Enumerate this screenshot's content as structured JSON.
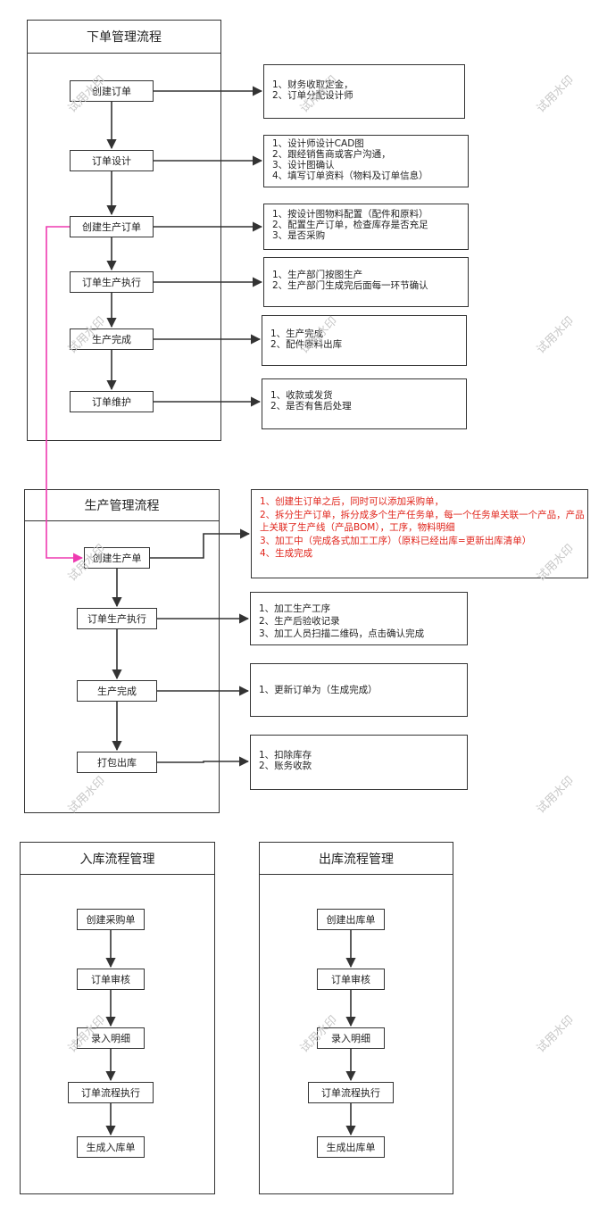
{
  "order_flow": {
    "title": "下单管理流程",
    "steps": [
      "创建订单",
      "订单设计",
      "创建生产订单",
      "订单生产执行",
      "生产完成",
      "订单维护"
    ],
    "notes": [
      [
        "1、财务收取定金，",
        "2、订单分配设计师"
      ],
      [
        "1、设计师设计CAD图",
        "2、跟经销售商或客户沟通，",
        "3、设计图确认",
        "4、填写订单资料（物料及订单信息）"
      ],
      [
        "1、按设计图物料配置（配件和原料）",
        "2、配置生产订单，检查库存是否充足",
        "3、是否采购"
      ],
      [
        "1、生产部门按图生产",
        "2、生产部门生成完后面每一环节确认"
      ],
      [
        "1、生产完成",
        "2、配件原料出库"
      ],
      [
        "1、收款或发货",
        "2、是否有售后处理"
      ]
    ]
  },
  "production_flow": {
    "title": "生产管理流程",
    "steps": [
      "创建生产单",
      "订单生产执行",
      "生产完成",
      "打包出库"
    ],
    "notes": [
      [
        "1、创建生订单之后，同时可以添加采购单，",
        "2、拆分生产订单，拆分成多个生产任务单，每一个任务单关联一个产品，产品上关联了生产线（产品BOM），工序，物料明细",
        "3、加工中（完成各式加工工序）（原料已经出库=更新出库清单）",
        "4、生成完成"
      ],
      [
        "1、加工生产工序",
        "2、生产后验收记录",
        "3、加工人员扫描二维码，点击确认完成"
      ],
      [
        "1、更新订单为（生成完成）"
      ],
      [
        "1、扣除库存",
        "2、账务收款"
      ]
    ]
  },
  "inbound_flow": {
    "title": "入库流程管理",
    "steps": [
      "创建采购单",
      "订单审核",
      "录入明细",
      "订单流程执行",
      "生成入库单"
    ]
  },
  "outbound_flow": {
    "title": "出库流程管理",
    "steps": [
      "创建出库单",
      "订单审核",
      "录入明细",
      "订单流程执行",
      "生成出库单"
    ]
  },
  "watermark": "试用水印",
  "colors": {
    "line": "#333333",
    "highlight_link": "#ee3ab0",
    "note_red": "#e0241b"
  }
}
